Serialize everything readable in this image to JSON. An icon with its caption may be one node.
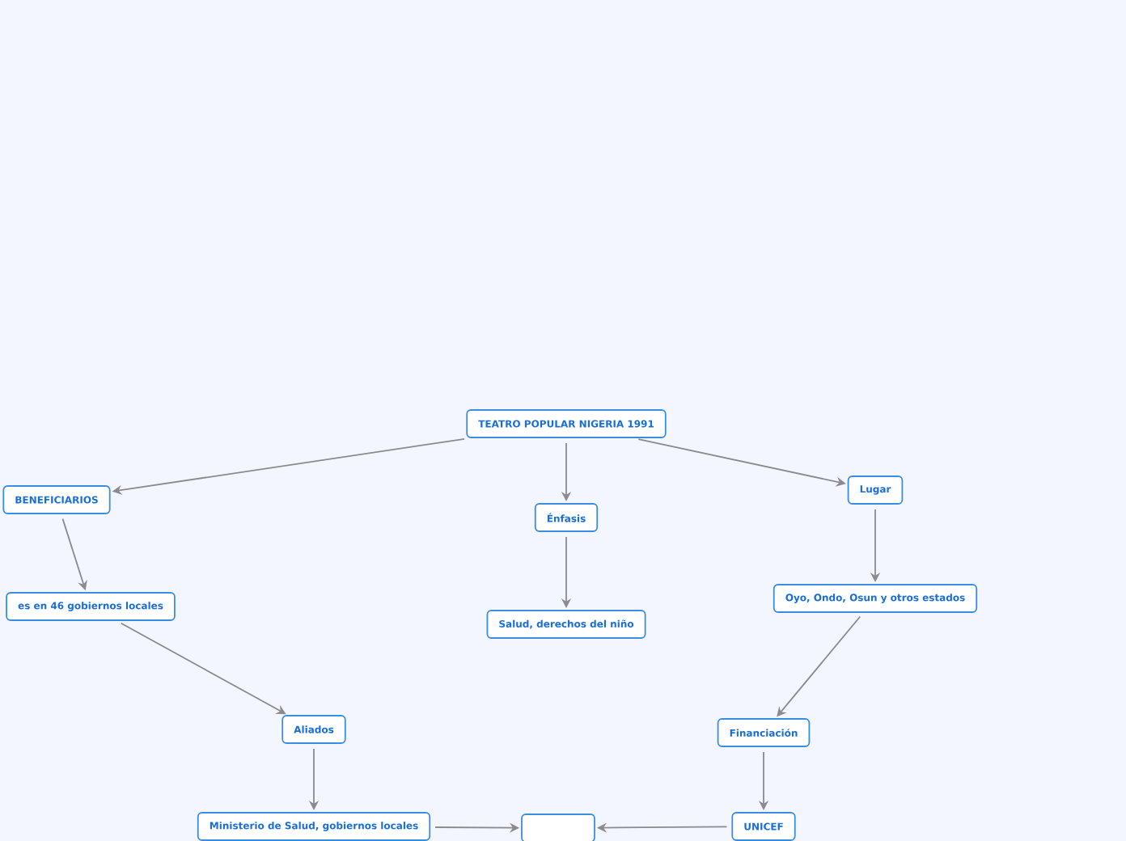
{
  "diagram": {
    "nodes": [
      {
        "text": [
          "TEATRO POPULAR NIGERIA 1991"
        ]
      },
      {
        "text": [
          "BENEFICIARIOS"
        ]
      },
      {
        "text": [
          "es en 46 gobiernos locales"
        ]
      },
      {
        "text": [
          "Énfasis"
        ]
      },
      {
        "text": [
          "Lugar"
        ]
      },
      {
        "text": [
          "Salud, derechos del niño"
        ]
      },
      {
        "text": [
          "Oyo, Ondo, Osun y otros estados"
        ]
      },
      {
        "text": [
          "Aliados"
        ]
      },
      {
        "text": [
          "Financiación"
        ]
      },
      {
        "text": [
          "Ministerio de Salud, gobiernos locales"
        ]
      },
      {
        "text": [],
        "shape": "box"
      },
      {
        "text": [
          "UNICEF"
        ]
      }
    ],
    "edges": [
      {
        "from": 0,
        "to": 1,
        "arrow": "to"
      },
      {
        "from": 0,
        "to": 3,
        "arrow": "to"
      },
      {
        "from": 0,
        "to": 4,
        "arrow": "to"
      },
      {
        "from": 1,
        "to": 2,
        "arrow": "to"
      },
      {
        "from": 3,
        "to": 5,
        "arrow": "to"
      },
      {
        "from": 4,
        "to": 6,
        "arrow": "to"
      },
      {
        "from": 2,
        "to": 7,
        "arrow": "to"
      },
      {
        "from": 6,
        "to": 8,
        "arrow": "to"
      },
      {
        "from": 7,
        "to": 9,
        "arrow": "to"
      },
      {
        "from": 8,
        "to": 11,
        "arrow": "to"
      },
      {
        "from": 9,
        "to": 10,
        "arrow": "to"
      },
      {
        "from": 11,
        "to": 10,
        "arrow": "to"
      }
    ]
  }
}
